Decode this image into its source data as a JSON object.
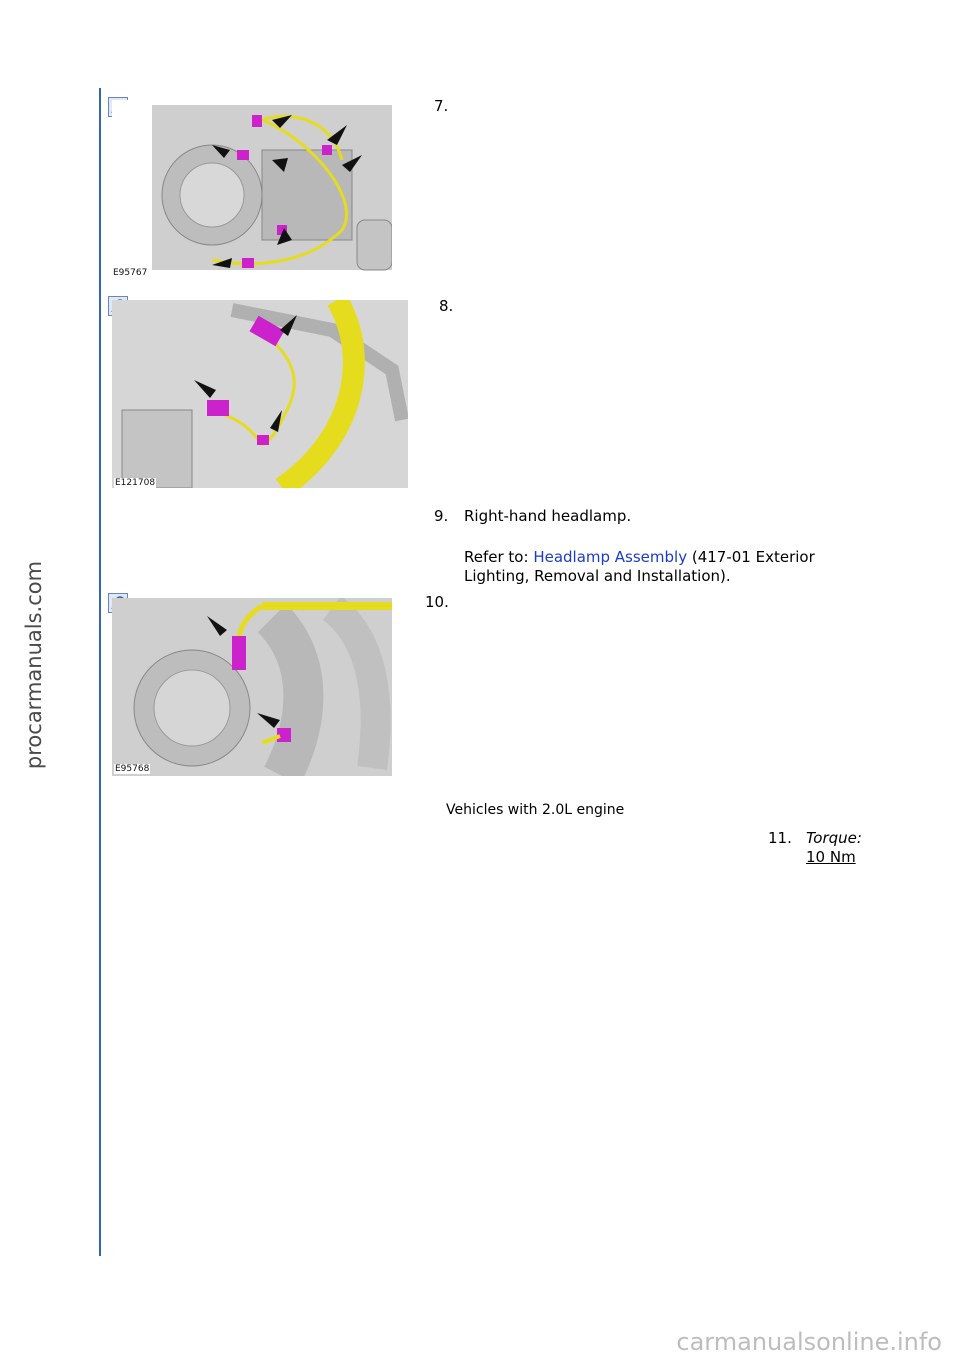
{
  "sidebar_watermark": "procarmanuals.com",
  "footer_watermark": "carmanualsonline.info",
  "steps": [
    {
      "number": "7.",
      "figure_label": "E95767"
    },
    {
      "number": "8.",
      "figure_label": "E121708"
    },
    {
      "number": "9.",
      "text": "Right-hand headlamp.",
      "refer_prefix": "Refer to: ",
      "refer_link": "Headlamp Assembly",
      "refer_suffix": " (417-01 Exterior",
      "refer_line2": "Lighting, Removal and Installation)."
    },
    {
      "number": "10.",
      "figure_label": "E95768"
    }
  ],
  "note": "Vehicles with 2.0L engine",
  "step11": {
    "number": "11.",
    "torque_label": "Torque:",
    "torque_value": "10 Nm"
  },
  "icons": {
    "zoom": "magnify-plus-icon",
    "arrow": "pointer-arrow-icon"
  },
  "colors": {
    "rule": "#3366aa",
    "link": "#1a3cc8",
    "harness": "#e6dc1e",
    "connector": "#cc22cc"
  }
}
